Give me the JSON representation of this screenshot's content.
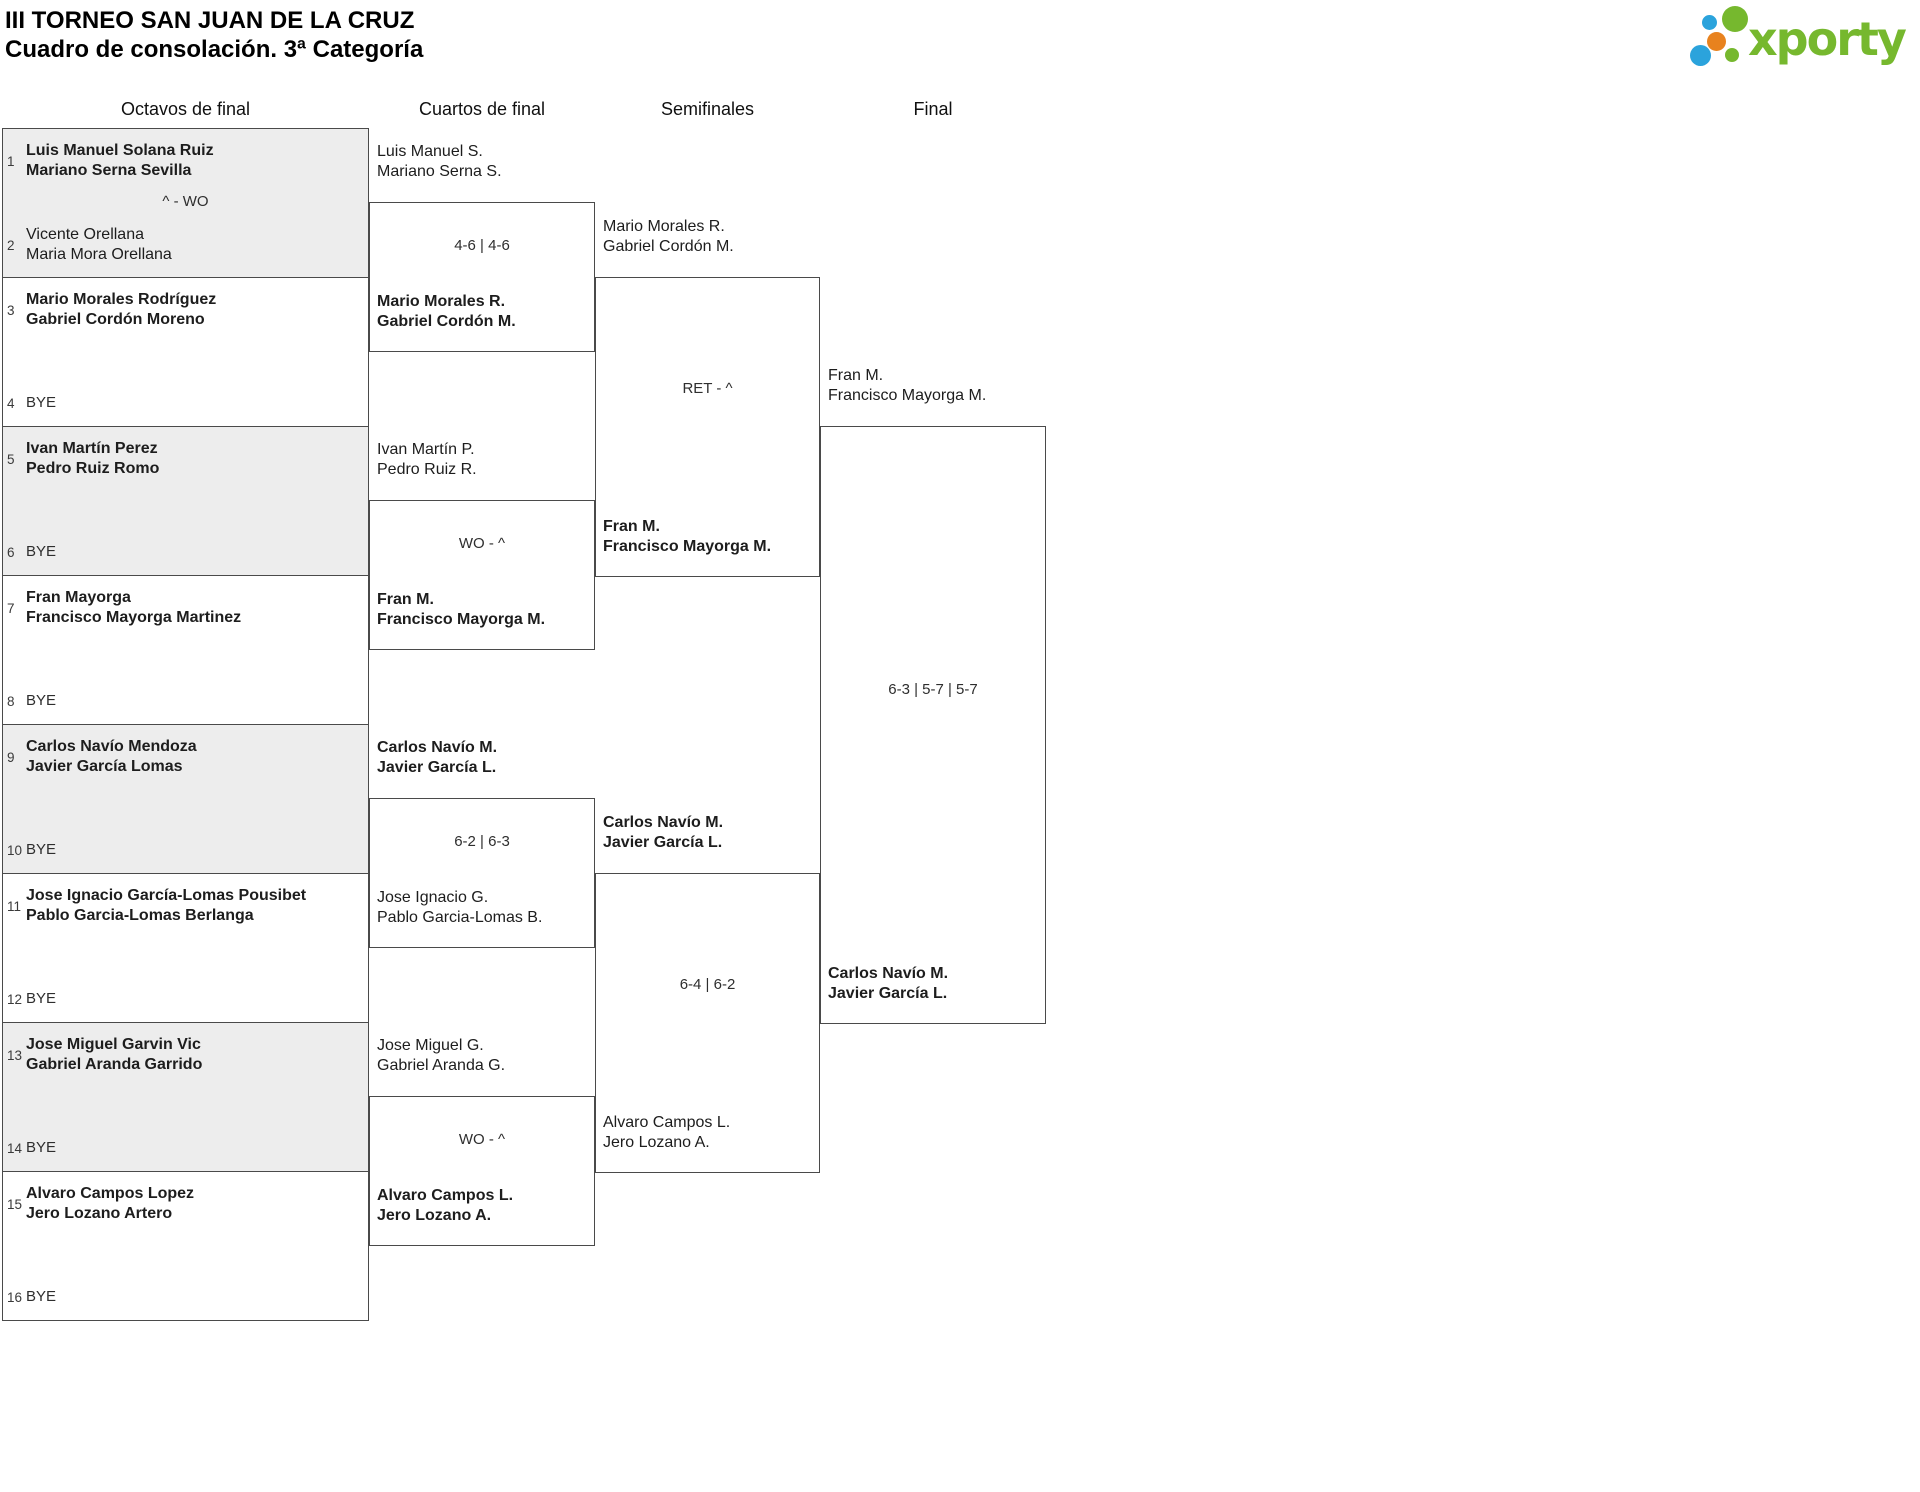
{
  "header": {
    "title_line1": "III TORNEO SAN JUAN DE LA CRUZ",
    "title_line2": "Cuadro de consolación. 3ª Categoría"
  },
  "logo": {
    "text": "xporty",
    "green": "#76b82e",
    "blue": "#2ba3dc",
    "orange": "#e8821e"
  },
  "round_headers": [
    "Octavos de final",
    "Cuartos de final",
    "Semifinales",
    "Final"
  ],
  "bracket": {
    "round_of_16": [
      {
        "shaded": true,
        "seed_top": "1",
        "team_top": [
          "Luis Manuel Solana Ruiz",
          "Mariano Serna Sevilla"
        ],
        "top_winner": true,
        "score": "^ - WO",
        "seed_bottom": "2",
        "team_bottom": [
          "Vicente Orellana",
          "Maria Mora Orellana"
        ],
        "bottom_winner": false
      },
      {
        "shaded": false,
        "seed_top": "3",
        "team_top": [
          "Mario Morales Rodríguez",
          "Gabriel Cordón Moreno"
        ],
        "top_winner": true,
        "score": "",
        "seed_bottom": "4",
        "team_bottom": [
          "BYE"
        ],
        "bottom_winner": false
      },
      {
        "shaded": true,
        "seed_top": "5",
        "team_top": [
          "Ivan Martín Perez",
          "Pedro Ruiz Romo"
        ],
        "top_winner": true,
        "score": "",
        "seed_bottom": "6",
        "team_bottom": [
          "BYE"
        ],
        "bottom_winner": false
      },
      {
        "shaded": false,
        "seed_top": "7",
        "team_top": [
          "Fran Mayorga",
          "Francisco Mayorga Martinez"
        ],
        "top_winner": true,
        "score": "",
        "seed_bottom": "8",
        "team_bottom": [
          "BYE"
        ],
        "bottom_winner": false
      },
      {
        "shaded": true,
        "seed_top": "9",
        "team_top": [
          "Carlos Navío Mendoza",
          "Javier García Lomas"
        ],
        "top_winner": true,
        "score": "",
        "seed_bottom": "10",
        "team_bottom": [
          "BYE"
        ],
        "bottom_winner": false
      },
      {
        "shaded": false,
        "seed_top": "11",
        "team_top": [
          "Jose Ignacio García-Lomas Pousibet",
          "Pablo Garcia-Lomas Berlanga"
        ],
        "top_winner": true,
        "score": "",
        "seed_bottom": "12",
        "team_bottom": [
          "BYE"
        ],
        "bottom_winner": false
      },
      {
        "shaded": true,
        "seed_top": "13",
        "team_top": [
          "Jose Miguel Garvin Vic",
          "Gabriel Aranda Garrido"
        ],
        "top_winner": true,
        "score": "",
        "seed_bottom": "14",
        "team_bottom": [
          "BYE"
        ],
        "bottom_winner": false
      },
      {
        "shaded": false,
        "seed_top": "15",
        "team_top": [
          "Alvaro Campos Lopez",
          "Jero Lozano Artero"
        ],
        "top_winner": true,
        "score": "",
        "seed_bottom": "16",
        "team_bottom": [
          "BYE"
        ],
        "bottom_winner": false
      }
    ],
    "quarterfinals": [
      {
        "team_top": [
          "Luis Manuel S.",
          "Mariano Serna S."
        ],
        "top_winner": false,
        "score": "4-6 | 4-6",
        "team_bottom": [
          "Mario Morales R.",
          "Gabriel Cordón M."
        ],
        "bottom_winner": true
      },
      {
        "team_top": [
          "Ivan Martín P.",
          "Pedro Ruiz R."
        ],
        "top_winner": false,
        "score": "WO - ^",
        "team_bottom": [
          "Fran M.",
          "Francisco Mayorga M."
        ],
        "bottom_winner": true
      },
      {
        "team_top": [
          "Carlos Navío M.",
          "Javier García L."
        ],
        "top_winner": true,
        "score": "6-2 | 6-3",
        "team_bottom": [
          "Jose Ignacio G.",
          "Pablo Garcia-Lomas B."
        ],
        "bottom_winner": false
      },
      {
        "team_top": [
          "Jose Miguel G.",
          "Gabriel Aranda G."
        ],
        "top_winner": false,
        "score": "WO - ^",
        "team_bottom": [
          "Alvaro Campos L.",
          "Jero Lozano A."
        ],
        "bottom_winner": true
      }
    ],
    "semifinals": [
      {
        "team_top": [
          "Mario Morales R.",
          "Gabriel Cordón M."
        ],
        "top_winner": false,
        "score": "RET - ^",
        "team_bottom": [
          "Fran M.",
          "Francisco Mayorga M."
        ],
        "bottom_winner": true
      },
      {
        "team_top": [
          "Carlos Navío M.",
          "Javier García L."
        ],
        "top_winner": true,
        "score": "6-4 | 6-2",
        "team_bottom": [
          "Alvaro Campos L.",
          "Jero Lozano A."
        ],
        "bottom_winner": false
      }
    ],
    "final": [
      {
        "team_top": [
          "Fran M.",
          "Francisco Mayorga M."
        ],
        "top_winner": false,
        "score": "6-3 | 5-7 | 5-7",
        "team_bottom": [
          "Carlos Navío M.",
          "Javier García L."
        ],
        "bottom_winner": true
      }
    ]
  }
}
